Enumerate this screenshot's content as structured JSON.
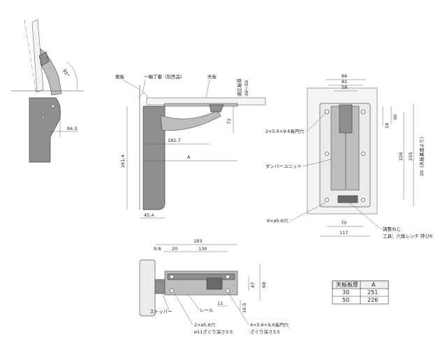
{
  "labels": {
    "side_panel": "側板",
    "hinge": "一軸丁番（別売品）",
    "top_panel": "天板",
    "top_thickness_range": "適応板厚\n30〜50",
    "damper_unit": "ダンパーユニット",
    "slot_holes": "2×5.6×9.6長円穴",
    "round_holes": "6×ø5.6穴",
    "adjust_screw": "調整ねじ",
    "tool": "工具：六角レンチ 呼び6",
    "top_ref": "20（天板裏面より）",
    "stopper": "ストッパー",
    "rail": "レール",
    "bottom_holes_a1": "2×ø5.6穴",
    "bottom_holes_a2": "ø11ざぐり深さ3.5",
    "bottom_holes_b1": "4×5.6×9.6長円穴",
    "bottom_holes_b2": "ざぐり深さ3.5"
  },
  "dims": {
    "angle": "95°",
    "d84": "84.3",
    "d73": "73",
    "d182": "182.7",
    "dA": "A",
    "d261": "261.4",
    "d45": "45.4",
    "d86": "86",
    "d81": "81",
    "d58": "58",
    "d18": "18",
    "d30": "30",
    "d226": "226",
    "d255": "255",
    "d70": "70",
    "d117": "117",
    "d183": "183",
    "d98": "9.8",
    "d20": "20",
    "d130": "130",
    "d47": "47",
    "d68": "68",
    "d11": "11",
    "d165": "16.5"
  },
  "table": {
    "headers": [
      "天板板厚",
      "A"
    ],
    "rows": [
      [
        "30",
        "251"
      ],
      [
        "50",
        "226"
      ]
    ]
  }
}
